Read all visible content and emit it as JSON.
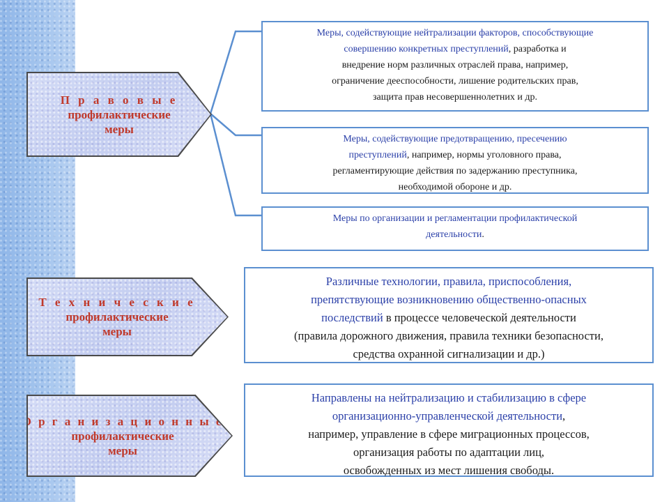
{
  "labels": {
    "legal": {
      "line1": "П р а в о в ы е",
      "line2": "профилактические",
      "line3": "меры"
    },
    "technical": {
      "line1": "Т е х н и ч е с к и е",
      "line2": "профилактические",
      "line3": "меры"
    },
    "organizational": {
      "line1": "О р г а н и з а ц и о н н ы е",
      "line2": "профилактические",
      "line3": "меры"
    }
  },
  "boxes": {
    "legal1": {
      "l1": "Меры, содействующие нейтрализации факторов, способствующие",
      "l2a": "совершению конкретных преступлений",
      "l2b": ", разработка и",
      "l3": "внедрение норм различных отраслей права, например,",
      "l4": "ограничение дееспособности, лишение родительских прав,",
      "l5": "защита прав несовершеннолетних и др."
    },
    "legal2": {
      "l1": "Меры, содействующие предотвращению, пресечению",
      "l2a": "преступлений",
      "l2b": ", например, нормы уголовного права,",
      "l3": "регламентирующие действия по задержанию преступника,",
      "l4": "необходимой обороне и др."
    },
    "legal3": {
      "l1": "Меры по организации и регламентации профилактической",
      "l2": "деятельности",
      "l2b": "."
    },
    "technical": {
      "l1": "Различные технологии, правила, приспособления,",
      "l2": "препятствующие возникновению общественно-опасных",
      "l3a": "последствий",
      "l3b": " в процессе человеческой деятельности",
      "l4": "(правила дорожного движения, правила техники безопасности,",
      "l5": "средства охранной сигнализации и др.)"
    },
    "organizational": {
      "l1": "Направлены на нейтрализацию и стабилизацию в сфере",
      "l2a": "организационно-управленческой деятельности",
      "l2b": ",",
      "l3": "например, управление в сфере миграционных  процессов,",
      "l4": "организация работы  по адаптации лиц,",
      "l5": "освобожденных из мест лишения свободы."
    }
  },
  "colors": {
    "label_text": "#c0392b",
    "box_border": "#5b8fd0",
    "blue_text": "#2a3fa8",
    "stripe": "#a6c6ee"
  }
}
